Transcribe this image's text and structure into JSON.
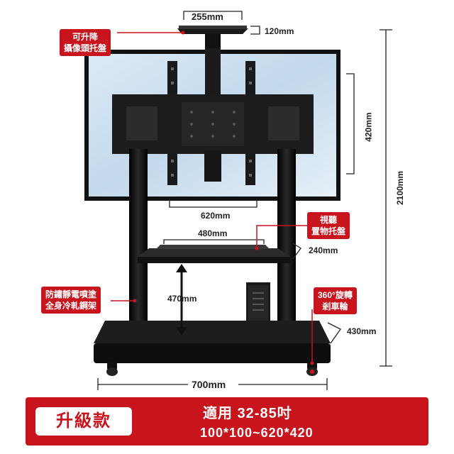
{
  "dimensions": {
    "camera_tray_width": "255mm",
    "camera_tray_depth": "120mm",
    "vesa_width": "620mm",
    "vesa_height": "420mm",
    "shelf_width": "480mm",
    "shelf_depth": "240mm",
    "shelf_to_base": "470mm",
    "base_depth": "430mm",
    "base_width": "700mm",
    "total_height": "2100mm"
  },
  "callouts": {
    "camera_tray": [
      "可升降",
      "攝像頭托盤"
    ],
    "av_shelf": [
      "視聽",
      "置物托盤"
    ],
    "frame": [
      "防鏽靜電噴塗",
      "全身冷軋鋼架"
    ],
    "wheels": [
      "360°旋轉",
      "剎車輪"
    ]
  },
  "banner": {
    "badge": "升級款",
    "line1": "適用 32-85吋",
    "line2": "100*100~620*420"
  },
  "colors": {
    "accent": "#c8141c",
    "frame": "#111111",
    "screen": "#cfe3f2"
  }
}
